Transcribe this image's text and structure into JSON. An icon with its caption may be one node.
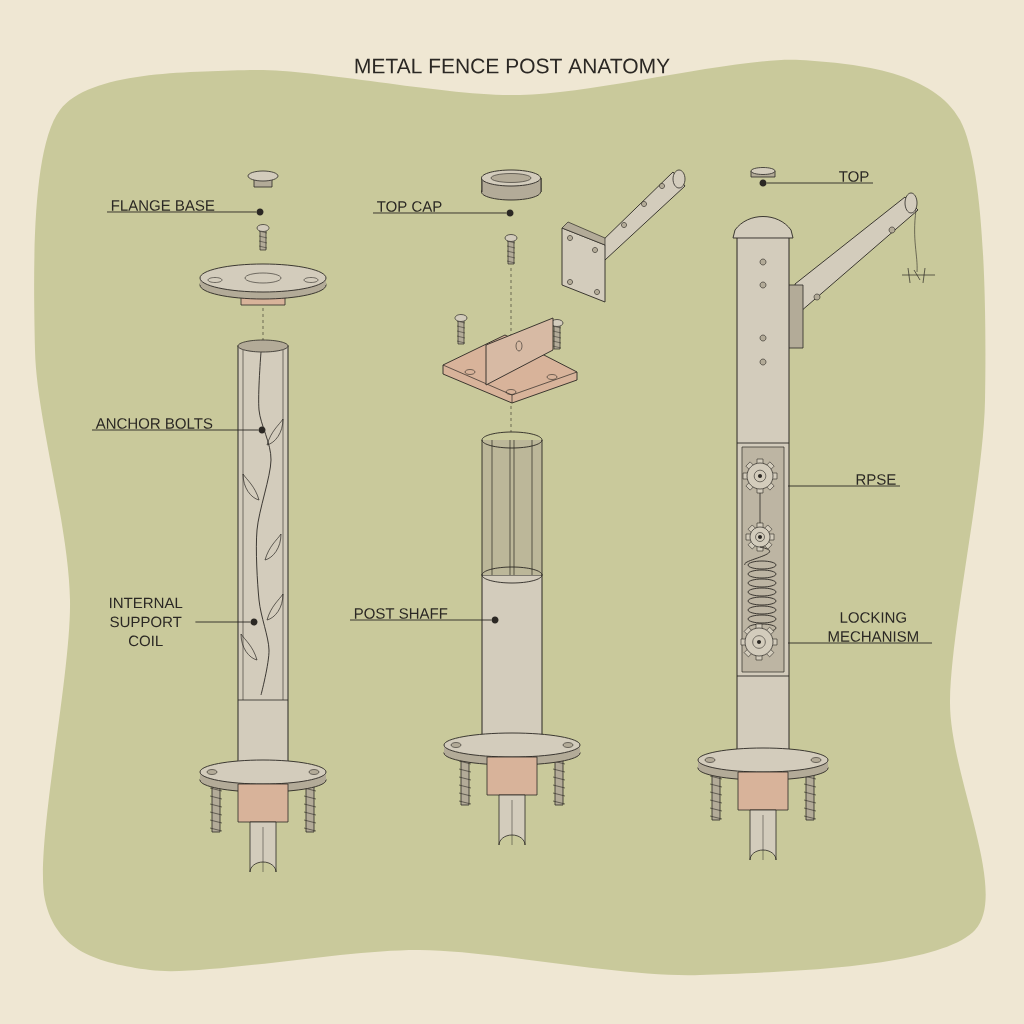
{
  "diagram": {
    "title": "METAL FENCE POST ANATOMY",
    "nodes": [
      {
        "text": [
          "FLANGE BASE"
        ]
      },
      {
        "text": [
          "TOP CAP"
        ]
      },
      {
        "text": [
          "TOP"
        ]
      },
      {
        "text": [
          "ANCHOR BOLTS"
        ]
      },
      {
        "text": [
          "RPSE"
        ]
      },
      {
        "text": [
          "INTERNAL SUPPORT COIL"
        ]
      },
      {
        "text": [
          "POST SHAFF"
        ]
      },
      {
        "text": [
          "LOCKING MECHANISM"
        ]
      },
      {
        "text": [],
        "shape": "circle"
      },
      {
        "text": [],
        "shape": "circle"
      },
      {
        "text": [],
        "shape": "circle"
      },
      {
        "text": [],
        "shape": "circle"
      },
      {
        "text": [],
        "shape": "circle"
      },
      {
        "text": [],
        "shape": "circle"
      }
    ],
    "edges": [
      {
        "from": 0,
        "to": 8,
        "arrow": "none"
      },
      {
        "from": 1,
        "to": 9,
        "arrow": "none"
      },
      {
        "from": 2,
        "to": 10,
        "arrow": "none"
      },
      {
        "from": 3,
        "to": 11,
        "arrow": "none"
      },
      {
        "from": 4,
        "to": null,
        "arrow": "none"
      },
      {
        "from": 5,
        "to": 12,
        "arrow": "none"
      },
      {
        "from": 6,
        "to": 13,
        "arrow": "none"
      },
      {
        "from": 7,
        "to": null,
        "arrow": "none"
      }
    ]
  }
}
